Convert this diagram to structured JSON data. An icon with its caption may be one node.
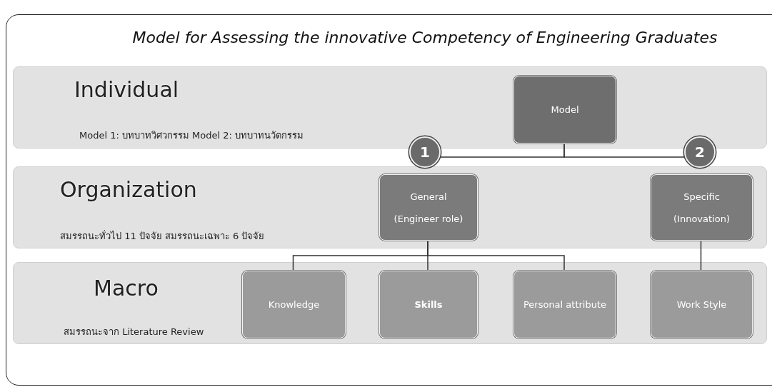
{
  "diagram": {
    "title": "Model for Assessing the innovative Competency of Engineering Graduates",
    "nodes": [
      {
        "text": [
          "Individual",
          "Model 1: บทบาทวิศวกรรม  Model 2: บทบาทนวัตกรรม"
        ]
      },
      {
        "text": [
          "Model"
        ],
        "in": 0
      },
      {
        "text": [
          "1"
        ]
      },
      {
        "text": [
          "2"
        ]
      },
      {
        "text": [
          "Organization",
          "สมรรถนะทั่วไป 11 ปัจจัย สมรรถนะเฉพาะ 6 ปัจจัย"
        ]
      },
      {
        "text": [
          "General",
          "(Engineer role)"
        ],
        "in": 4
      },
      {
        "text": [
          "Specific",
          "(Innovation)"
        ],
        "in": 4
      },
      {
        "text": [
          "Macro",
          "สมรรถนะจาก Literature Review"
        ]
      },
      {
        "text": [
          "Knowledge"
        ],
        "in": 7
      },
      {
        "text": [
          "Skills"
        ],
        "in": 7
      },
      {
        "text": [
          "Personal attribute"
        ],
        "in": 7
      },
      {
        "text": [
          "Work Style"
        ],
        "in": 7
      }
    ],
    "edges": [
      {
        "from": 1,
        "to": 2,
        "arrow": "none"
      },
      {
        "from": 1,
        "to": 3,
        "arrow": "none"
      },
      {
        "from": 5,
        "to": 8,
        "arrow": "none"
      },
      {
        "from": 5,
        "to": 9,
        "arrow": "none"
      },
      {
        "from": 5,
        "to": 10,
        "arrow": "none"
      },
      {
        "from": 6,
        "to": 11,
        "arrow": "none"
      }
    ]
  }
}
